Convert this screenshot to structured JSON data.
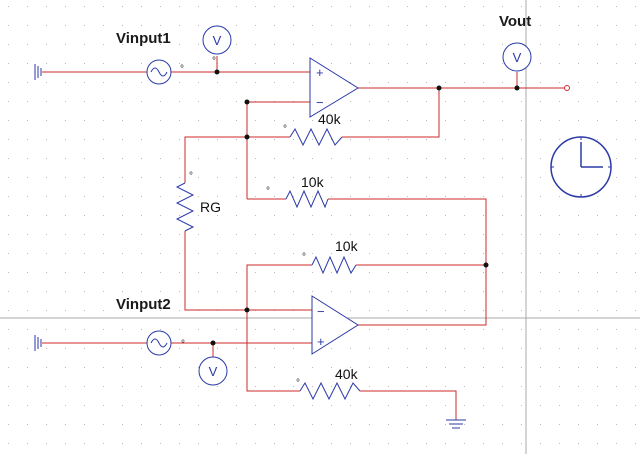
{
  "colors": {
    "wire": "#cc2a2a",
    "component": "#2b3aa8",
    "grid_dot": "#b9b9b9",
    "crosshair": "#a9a9a9",
    "junction": "#111111",
    "text": "#111111"
  },
  "labels": {
    "vinput1": "Vinput1",
    "vinput2": "Vinput2",
    "vout": "Vout",
    "rg": "RG",
    "r_top_fb": "40k",
    "r_top_in": "10k",
    "r_bot_fb": "10k",
    "r_bot_gnd": "40k"
  },
  "symbols": {
    "voltmeter": "V",
    "opamp_plus": "+",
    "opamp_minus": "−",
    "pin_mark": "°"
  },
  "icons": [
    "ground-icon",
    "ac-source-icon",
    "voltmeter-icon",
    "opamp-icon",
    "resistor-icon",
    "clock-icon"
  ]
}
